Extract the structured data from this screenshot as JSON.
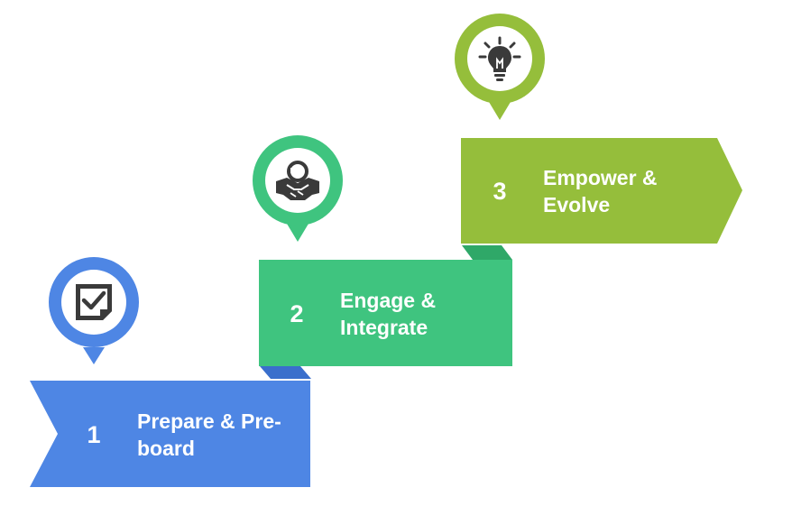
{
  "colors": {
    "blue": "#4E86E4",
    "blue_dark": "#3A6FCC",
    "green": "#3FC47F",
    "green_dark": "#2FA868",
    "olive": "#95BE3B",
    "olive_dark": "#7DA52C",
    "icon_dark": "#3A3A3A",
    "white": "#FFFFFF"
  },
  "steps": [
    {
      "number": "1",
      "label_line1": "Prepare & Pre-",
      "label_line2": "board",
      "icon": "checklist-icon"
    },
    {
      "number": "2",
      "label_line1": "Engage &",
      "label_line2": "Integrate",
      "icon": "handshake-icon"
    },
    {
      "number": "3",
      "label_line1": "Empower &",
      "label_line2": "Evolve",
      "icon": "lightbulb-icon"
    }
  ]
}
